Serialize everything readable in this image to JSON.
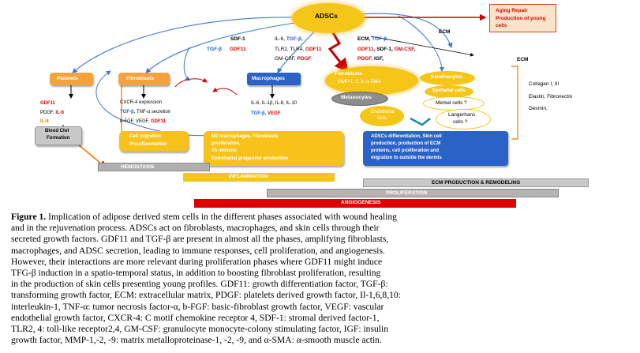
{
  "diagram": {
    "adscs": "ADSCs",
    "aging_box": {
      "line1": "Aging Repair",
      "line2": "Production of young",
      "line3": "cells"
    },
    "ecm_top": "ECM",
    "ecm_right": "ECM",
    "sdf_left": "SDF-1",
    "tgf_left": "TGF-β",
    "gdf_left": "GDF11",
    "row1": {
      "a": "IL-6,",
      "b": "TGF-β,",
      "c": "ECM,",
      "d": "TGF-β"
    },
    "row2": {
      "a": "TLR2, TLR4,",
      "b": "GDF11",
      "c": "GDF11,",
      "d": "SDF-1,",
      "e": "GM-CSF,"
    },
    "row3": {
      "a": "GM-CSF,",
      "b": "PDGF",
      "c": "PDGF,",
      "d": "IGF,"
    },
    "platelets": "Platelets",
    "fibroblasts_left": "Fibroblasts",
    "macrophages": "Macrophages",
    "fibroblasts_right": "Fibroblasts",
    "mmp": "MMP-1, 2, 9, α-SMA",
    "keratinocytes": "Keratinocytes",
    "melanocytes": "Melanocytes",
    "epithelial": "Epithelial cells",
    "endothelial": {
      "line1": "Endothelial",
      "line2": "cells"
    },
    "merkel": "Merkel cells ?",
    "langerhans": {
      "line1": "Langerhans",
      "line2": "cells ?"
    },
    "collagen": "Collagen I, III",
    "elastin": "Elastin, Fibronectin",
    "desmin": "Desmin,",
    "platelet_factors": {
      "gdf": "GDF11",
      "pdgf": "PDGF,",
      "il6": "IL-6",
      "il8": "IL-8"
    },
    "fib_factors": {
      "cxcr4": "CXCR-4 expression",
      "tgf": "TGF-β,",
      "tnf": "TNF-α secretion",
      "bfgf": "b-FGF, VEGF,",
      "gdf": "GDF11"
    },
    "mac_factors": {
      "il": "IL-6, IL-1β, IL-8, IL-10",
      "tgf": "TGF-β,",
      "vegf": "VEGF"
    },
    "blood_clot": {
      "line1": "Blood Clot",
      "line2": "Formation"
    },
    "cell_migration": {
      "line1": "Cell migration",
      "line2": "Proinflammation"
    },
    "m2_box": {
      "line1": "M2 macrophages, Fibroblasts",
      "line2": "proliferation,",
      "line3": "Th immune",
      "line4": "Endothelial progenitor production"
    },
    "adsc_diff_box": {
      "line1": "ADSCs differentiation, Skin cell",
      "line2": "production, production of ECM",
      "line3": "proteins, cell proliferation and",
      "line4": "migration to outside the dermis"
    },
    "bars": {
      "hemostasis": "HEMOSTASIS",
      "inflammation": "INFLAMMATION",
      "ecm_prod": "ECM PRODUCTION & REMODELING",
      "proliferation": "PROLIFERATION",
      "angiogenesis": "ANGIOGENESIS"
    }
  },
  "caption": {
    "label": "Figure 1.",
    "lines": [
      " Implication of adipose derived stem cells in the different phases associated with wound healing",
      "and in the rejuvenation process. ADSCs act on fibroblasts, macrophages, and skin cells through their",
      "secreted growth factors. GDF11 and TGF-β are present in almost all the phases, amplifying fibroblasts,",
      "macrophages, and ADSC secretion, leading to immune responses, cell proliferation, and angiogenesis.",
      "However, their interactions are more relevant during proliferation phases where GDF11 might induce",
      "TFG-β induction in a spatio-temporal status, in addition to boosting fibroblast proliferation, resulting",
      "in the production of skin cells presenting young profiles. GDF11: growth differentiation factor, TGF-β:",
      "transforming growth factor, ECM: extracellular matrix, PDGF: platelets derived growth factor, Il-1,6,8,10:",
      "interleukin-1, TNF-α: tumor necrosis factor-α, b-FGF: basic-fibroblast growth factor, VEGF: vascular",
      "endothelial growth factor, CXCR-4: C motif chemokine receptor 4, SDF-1: stromal derived factor-1,",
      "TLR2, 4: toll-like receptor2,4, GM-CSF: granulocyte monocyte-colony stimulating factor, IGF: insulin",
      "growth factor, MMP-1,-2, -9: matrix metalloproteinase-1, -2, -9, and α-SMA: α-smooth muscle actin."
    ]
  }
}
